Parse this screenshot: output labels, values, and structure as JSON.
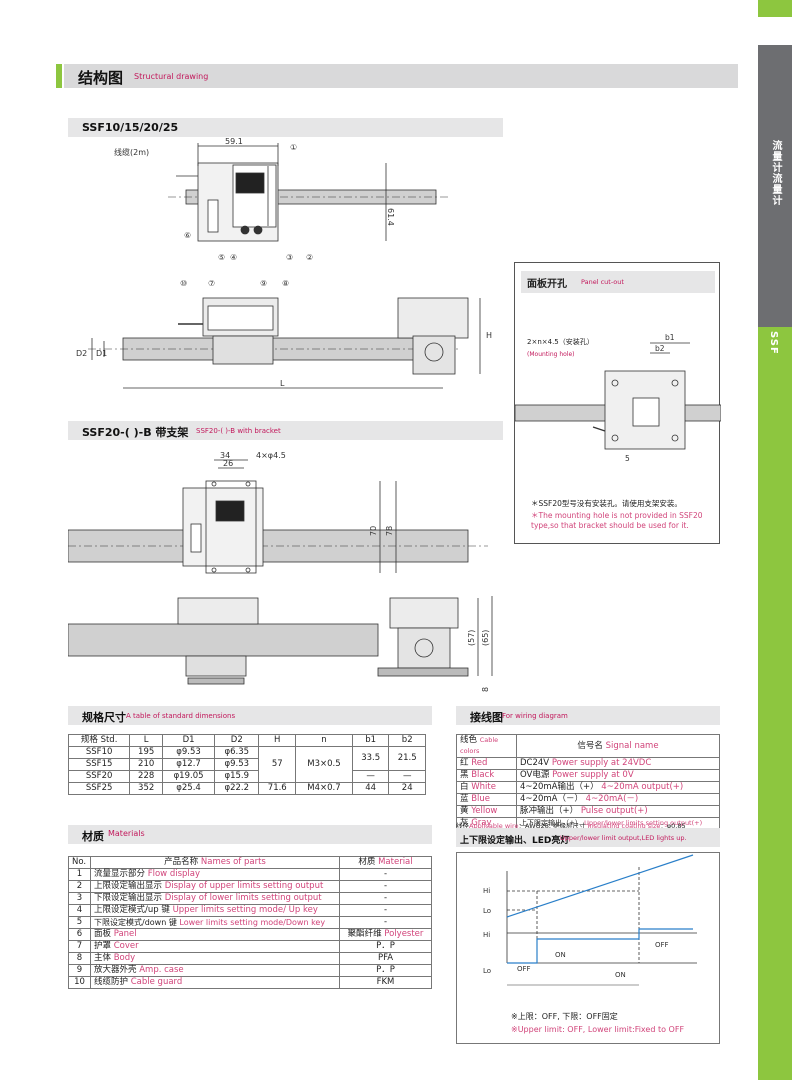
{
  "side": {
    "tab1": "流量计流量计",
    "tab2": "SSF"
  },
  "header": {
    "title": "结构图",
    "subtitle": "Structural drawing"
  },
  "drawing1": {
    "title": "SSF10/15/20/25",
    "cable_label": "线缆(2m)",
    "dim_width": "59.1",
    "dim_height": "61.4",
    "dim_h": "H",
    "dim_l": "L",
    "dim_d1": "D1",
    "dim_d2": "D2",
    "callouts": [
      "①",
      "②",
      "③",
      "④",
      "⑤",
      "⑥",
      "⑦",
      "⑧",
      "⑨",
      "⑩"
    ]
  },
  "panel": {
    "title": "面板开孔",
    "subtitle": "Panel cut-out",
    "hole_label": "2×n×4.5（安装孔）",
    "hole_sub": "(Mounting hole)",
    "dim_b1": "b1",
    "dim_b2": "b2",
    "dim_5": "5",
    "note_cn": "＊SSF20型号没有安装孔。请使用支架安装。",
    "note_en": "＊The mounting hole is not provided in SSF20 type,so that bracket should be used for it."
  },
  "drawing2": {
    "title": "SSF20-( )-B 带支架",
    "subtitle": "SSF20-( )-B with bracket",
    "dim_34": "34",
    "dim_26": "26",
    "dim_hole": "4×φ4.5",
    "dim_70": "70",
    "dim_78": "78",
    "dim_57": "(57)",
    "dim_65": "(65)",
    "dim_8": "8"
  },
  "spec": {
    "title": "规格尺寸",
    "subtitle": "A table of standard dimensions",
    "headers": [
      "规格 Std.",
      "L",
      "D1",
      "D2",
      "H",
      "n",
      "b1",
      "b2"
    ],
    "rows": [
      [
        "SSF10",
        "195",
        "φ9.53",
        "φ6.35"
      ],
      [
        "SSF15",
        "210",
        "φ12.7",
        "φ9.53"
      ],
      [
        "SSF20",
        "228",
        "φ19.05",
        "φ15.9"
      ],
      [
        "SSF25",
        "352",
        "φ25.4",
        "φ22.2",
        "71.6",
        "M4×0.7",
        "44",
        "24"
      ]
    ],
    "merged_h": "57",
    "merged_n": "M3×0.5",
    "merged_b1": "33.5",
    "merged_b2": "21.5",
    "dash": "—"
  },
  "wiring": {
    "title": "接线图",
    "subtitle": "For wiring diagram",
    "header_color_cn": "线色",
    "header_color_en": "Cable colors",
    "header_sig_cn": "信号名",
    "header_sig_en": "Signal name",
    "rows": [
      {
        "c_cn": "红",
        "c_en": "Red",
        "s_cn": "DC24V",
        "s_en": "Power supply at 24VDC"
      },
      {
        "c_cn": "黑",
        "c_en": "Black",
        "s_cn": "OV电源",
        "s_en": "Power supply at 0V"
      },
      {
        "c_cn": "白",
        "c_en": "White",
        "s_cn": "4~20mA输出（+）",
        "s_en": "4~20mA output(+)"
      },
      {
        "c_cn": "蓝",
        "c_en": "Blue",
        "s_cn": "4~20mA（－）",
        "s_en": "4~20mA(－)"
      },
      {
        "c_cn": "黄",
        "c_en": "Yellow",
        "s_cn": "脉冲输出（+）",
        "s_en": "Pulse output(+)"
      },
      {
        "c_cn": "灰",
        "c_en": "Gray",
        "s_cn": "上下限定输出（+）",
        "s_en": "Upper/lower limits setting output(+)"
      }
    ],
    "note_cn": "线径",
    "note_en": "Applicable wire",
    "note_rest": "：AWG28, 绝缘层尺寸",
    "note_en2": "Insulating coating size",
    "note_end": "：φ0.85"
  },
  "material": {
    "title": "材质",
    "subtitle": "Materials",
    "headers": {
      "no": "No.",
      "name_cn": "产品名称",
      "name_en": "Names of parts",
      "mat_cn": "材质",
      "mat_en": "Material"
    },
    "rows": [
      {
        "no": "1",
        "cn": "流量显示部分",
        "en": "Flow display",
        "mat": "-"
      },
      {
        "no": "2",
        "cn": "上限设定输出显示",
        "en": "Display of upper limits setting output",
        "mat": "-"
      },
      {
        "no": "3",
        "cn": "下限设定输出显示",
        "en": "Display of lower limits setting output",
        "mat": "-"
      },
      {
        "no": "4",
        "cn": "上限设定模式/up 键",
        "en": "Upper limits setting mode/ Up key",
        "mat": "-"
      },
      {
        "no": "5",
        "cn": "下限设定模式/down 键",
        "en": "Lower limits setting mode/Down key",
        "mat": "-"
      },
      {
        "no": "6",
        "cn": "面板",
        "en": "Panel",
        "mat": "聚酯纤维",
        "mat_en": "Polyester"
      },
      {
        "no": "7",
        "cn": "护罩",
        "en": "Cover",
        "mat": "P．P"
      },
      {
        "no": "8",
        "cn": "主体",
        "en": "Body",
        "mat": "PFA"
      },
      {
        "no": "9",
        "cn": "放大器外壳",
        "en": "Amp. case",
        "mat": "P．P"
      },
      {
        "no": "10",
        "cn": "线缆防护",
        "en": "Cable guard",
        "mat": "FKM"
      }
    ]
  },
  "limit": {
    "title": "上下限设定输出、LED亮灯",
    "subtitle": "Upper/lower limit output,LED lights up.",
    "hi": "Hi",
    "lo": "Lo",
    "on": "ON",
    "off": "OFF",
    "note_cn": "※上限：OFF, 下限：OFF固定",
    "note_en": "※Upper limit: OFF, Lower limit:Fixed to OFF"
  },
  "colors": {
    "green": "#8dc63f",
    "gray": "#6d6e71",
    "pink": "#c2185b",
    "blue": "#2a7fc9"
  }
}
